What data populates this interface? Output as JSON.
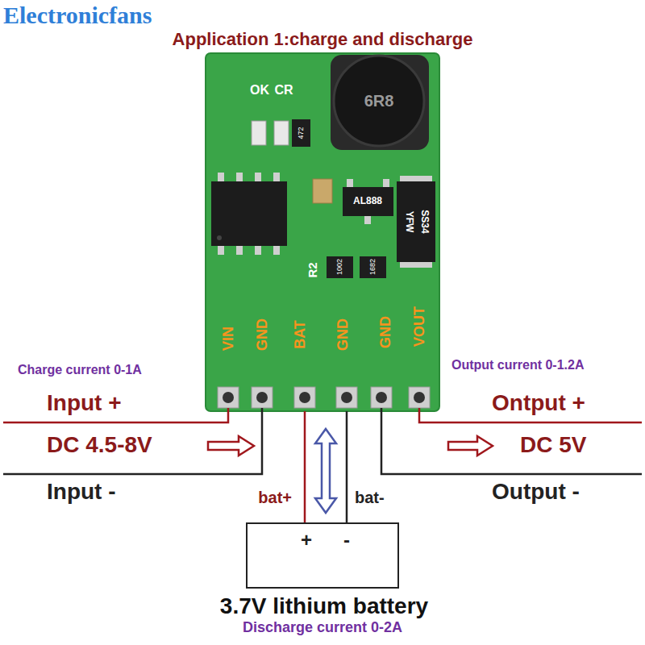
{
  "diagram": {
    "title": "Application 1:charge and discharge",
    "nodes": [
      {
        "text": [
          "OK",
          "CR",
          "R2",
          "VIN",
          "GND",
          "BAT",
          "GND",
          "GND",
          "VOUT"
        ]
      },
      {
        "text": [
          "+",
          "-",
          "3.7V lithium battery"
        ]
      }
    ],
    "edges": [
      {
        "from": 0,
        "to": 1,
        "label": "bat+",
        "arrow": "none"
      },
      {
        "from": 0,
        "to": 1,
        "label": "bat-",
        "arrow": "none"
      },
      {
        "from": 0,
        "to": 1,
        "arrow": "both"
      }
    ],
    "labels": [
      "Electronicfans",
      "6R8",
      "472",
      "AL888",
      "YFW",
      "SS34",
      "1002",
      "1682",
      "Charge current 0-1A",
      "Output current 0-1.2A",
      "Input +",
      "DC 4.5-8V",
      "Input -",
      "Ontput +",
      "DC 5V",
      "Output -",
      "Discharge current 0-2A"
    ]
  }
}
